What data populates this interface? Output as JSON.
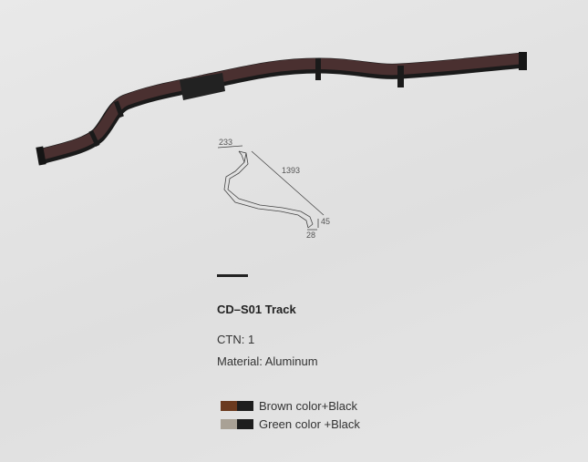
{
  "product": {
    "name": "CD–S01 Track",
    "ctn": "CTN: 1",
    "material": "Material: Aluminum"
  },
  "dimensions": {
    "width": "233",
    "length": "1393",
    "height": "45",
    "depth": "28"
  },
  "color_options": [
    {
      "label": "Brown color+Black",
      "primary": "#6b3a1f",
      "secondary": "#1e1e1e"
    },
    {
      "label": "Green color +Black",
      "primary": "#a9a195",
      "secondary": "#1e1e1e"
    }
  ],
  "colors": {
    "track": "#4a3030",
    "connector": "#1c1c1c"
  }
}
